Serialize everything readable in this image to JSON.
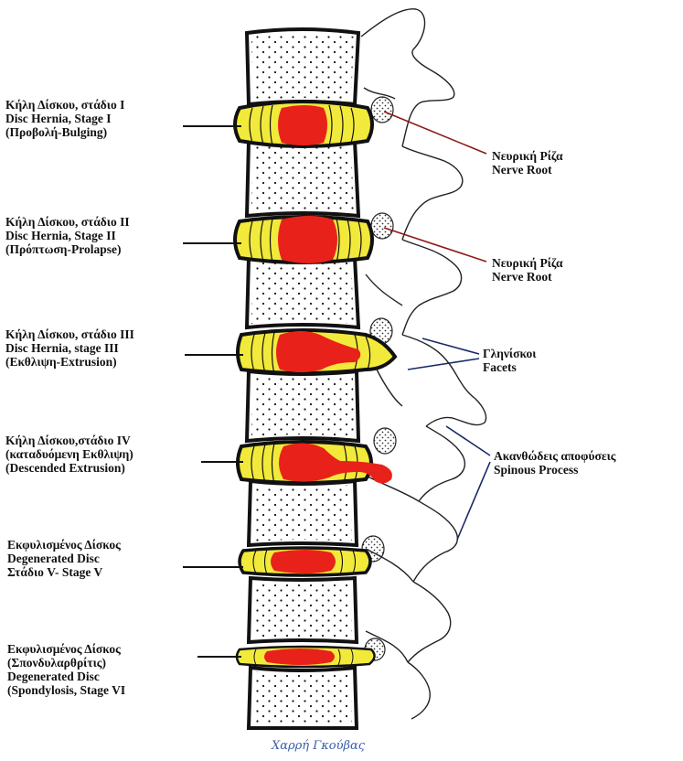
{
  "left_labels": [
    {
      "lines": [
        "Κήλη Δίσκου, στάδιο I",
        "Disc Hernia, Stage I",
        "(Προβολή-Bulging)"
      ]
    },
    {
      "lines": [
        "Κήλη Δίσκου, στάδιο II",
        "Disc Hernia, Stage II",
        "(Πρόπτωση-Prolapse)"
      ]
    },
    {
      "lines": [
        "Κήλη Δίσκου, στάδιο III",
        "Disc Hernia, stage III",
        "(Εκθλιψη-Extrusion)"
      ]
    },
    {
      "lines": [
        "Κήλη Δίσκου,στάδιο IV",
        "(καταδυόμενη Εκθλιψη)",
        "(Descended Extrusion)"
      ]
    },
    {
      "lines": [
        "Εκφυλισμένος Δίσκος",
        "Degenerated Disc",
        "Στάδιο V-  Stage V"
      ]
    },
    {
      "lines": [
        "Εκφυλισμένος Δίσκος",
        "(Σπονδυλαρθρίτις)",
        "Degenerated Disc",
        "(Spondylosis, Stage VI"
      ]
    }
  ],
  "right_labels": [
    {
      "lines": [
        "Νευρική Ρίζα",
        "Nerve Root"
      ]
    },
    {
      "lines": [
        "Νευρική Ρίζα",
        "Nerve Root"
      ]
    },
    {
      "lines": [
        "Γληνίσκοι",
        "Facets"
      ]
    },
    {
      "lines": [
        "Ακανθώδεις αποφύσεις",
        "Spinous Process"
      ]
    }
  ],
  "signature": "Χαρρή Γκούβας",
  "colors": {
    "disc_yellow": "#f2ea3a",
    "nucleus_red": "#e8221a",
    "outline": "#111111",
    "nerve_line": "#8b1a1a",
    "pointer_line": "#1a2a6a",
    "signature": "#3a5ca8"
  }
}
